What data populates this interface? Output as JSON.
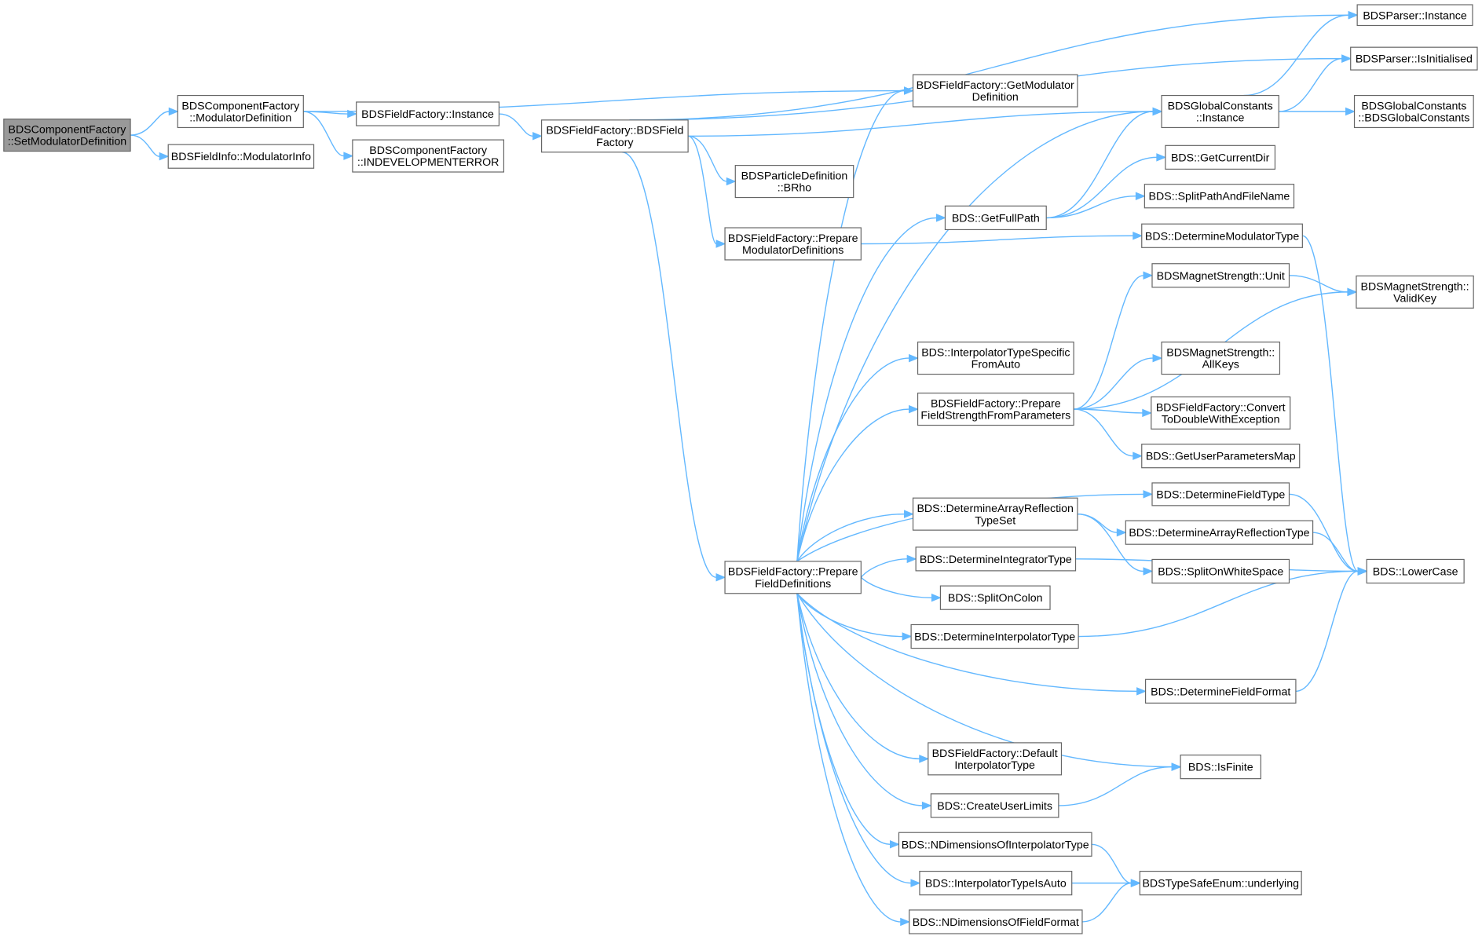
{
  "nodes": [
    {
      "id": "n0",
      "lines": [
        "BDSComponentFactory",
        "::SetModulatorDefinition"
      ],
      "root": true
    },
    {
      "id": "n1",
      "lines": [
        "BDSComponentFactory",
        "::ModulatorDefinition"
      ]
    },
    {
      "id": "n2",
      "lines": [
        "BDSFieldInfo::ModulatorInfo"
      ]
    },
    {
      "id": "n3",
      "lines": [
        "BDSFieldFactory::Instance"
      ]
    },
    {
      "id": "n4",
      "lines": [
        "BDSComponentFactory",
        "::INDEVELOPMENTERROR"
      ]
    },
    {
      "id": "n5",
      "lines": [
        "BDSFieldFactory::BDSField",
        "Factory"
      ]
    },
    {
      "id": "n6",
      "lines": [
        "BDSFieldFactory::GetModulator",
        "Definition"
      ]
    },
    {
      "id": "n7",
      "lines": [
        "BDSParticleDefinition",
        "::BRho"
      ]
    },
    {
      "id": "n8",
      "lines": [
        "BDSFieldFactory::Prepare",
        "ModulatorDefinitions"
      ]
    },
    {
      "id": "n9",
      "lines": [
        "BDSFieldFactory::Prepare",
        "FieldDefinitions"
      ]
    },
    {
      "id": "n10",
      "lines": [
        "BDSParser::Instance"
      ]
    },
    {
      "id": "n11",
      "lines": [
        "BDSParser::IsInitialised"
      ]
    },
    {
      "id": "n12",
      "lines": [
        "BDSGlobalConstants",
        "::Instance"
      ]
    },
    {
      "id": "n13",
      "lines": [
        "BDSGlobalConstants",
        "::BDSGlobalConstants"
      ]
    },
    {
      "id": "n14",
      "lines": [
        "BDS::GetCurrentDir"
      ]
    },
    {
      "id": "n15",
      "lines": [
        "BDS::GetFullPath"
      ]
    },
    {
      "id": "n16",
      "lines": [
        "BDS::SplitPathAndFileName"
      ]
    },
    {
      "id": "n17",
      "lines": [
        "BDS::DetermineModulatorType"
      ]
    },
    {
      "id": "n18",
      "lines": [
        "BDSMagnetStrength::Unit"
      ]
    },
    {
      "id": "n19",
      "lines": [
        "BDSMagnetStrength::",
        "ValidKey"
      ]
    },
    {
      "id": "n20",
      "lines": [
        "BDS::InterpolatorTypeSpecific",
        "FromAuto"
      ]
    },
    {
      "id": "n21",
      "lines": [
        "BDSMagnetStrength::",
        "AllKeys"
      ]
    },
    {
      "id": "n22",
      "lines": [
        "BDSFieldFactory::Prepare",
        "FieldStrengthFromParameters"
      ]
    },
    {
      "id": "n23",
      "lines": [
        "BDSFieldFactory::Convert",
        "ToDoubleWithException"
      ]
    },
    {
      "id": "n24",
      "lines": [
        "BDS::GetUserParametersMap"
      ]
    },
    {
      "id": "n25",
      "lines": [
        "BDS::DetermineFieldType"
      ]
    },
    {
      "id": "n26",
      "lines": [
        "BDS::DetermineArrayReflection",
        "TypeSet"
      ]
    },
    {
      "id": "n27",
      "lines": [
        "BDS::DetermineArrayReflectionType"
      ]
    },
    {
      "id": "n28",
      "lines": [
        "BDS::LowerCase"
      ]
    },
    {
      "id": "n29",
      "lines": [
        "BDS::DetermineIntegratorType"
      ]
    },
    {
      "id": "n30",
      "lines": [
        "BDS::SplitOnWhiteSpace"
      ]
    },
    {
      "id": "n31",
      "lines": [
        "BDS::SplitOnColon"
      ]
    },
    {
      "id": "n32",
      "lines": [
        "BDS::DetermineInterpolatorType"
      ]
    },
    {
      "id": "n33",
      "lines": [
        "BDS::DetermineFieldFormat"
      ]
    },
    {
      "id": "n34",
      "lines": [
        "BDSFieldFactory::Default",
        "InterpolatorType"
      ]
    },
    {
      "id": "n35",
      "lines": [
        "BDS::IsFinite"
      ]
    },
    {
      "id": "n36",
      "lines": [
        "BDS::CreateUserLimits"
      ]
    },
    {
      "id": "n37",
      "lines": [
        "BDS::NDimensionsOfInterpolatorType"
      ]
    },
    {
      "id": "n38",
      "lines": [
        "BDS::InterpolatorTypeIsAuto"
      ]
    },
    {
      "id": "n39",
      "lines": [
        "BDSTypeSafeEnum::underlying"
      ]
    },
    {
      "id": "n40",
      "lines": [
        "BDS::NDimensionsOfFieldFormat"
      ]
    }
  ],
  "edges": [
    [
      "n0",
      "n1"
    ],
    [
      "n0",
      "n2"
    ],
    [
      "n1",
      "n3"
    ],
    [
      "n1",
      "n4"
    ],
    [
      "n1",
      "n6"
    ],
    [
      "n3",
      "n5"
    ],
    [
      "n5",
      "n10"
    ],
    [
      "n5",
      "n11"
    ],
    [
      "n5",
      "n12"
    ],
    [
      "n5",
      "n7"
    ],
    [
      "n5",
      "n8"
    ],
    [
      "n5",
      "n9"
    ],
    [
      "n8",
      "n17"
    ],
    [
      "n12",
      "n10"
    ],
    [
      "n12",
      "n11"
    ],
    [
      "n12",
      "n13"
    ],
    [
      "n15",
      "n12"
    ],
    [
      "n15",
      "n14"
    ],
    [
      "n15",
      "n16"
    ],
    [
      "n17",
      "n28"
    ],
    [
      "n18",
      "n19"
    ],
    [
      "n22",
      "n18"
    ],
    [
      "n22",
      "n19"
    ],
    [
      "n22",
      "n21"
    ],
    [
      "n22",
      "n23"
    ],
    [
      "n22",
      "n24"
    ],
    [
      "n25",
      "n28"
    ],
    [
      "n26",
      "n27"
    ],
    [
      "n26",
      "n30"
    ],
    [
      "n27",
      "n28"
    ],
    [
      "n29",
      "n28"
    ],
    [
      "n32",
      "n28"
    ],
    [
      "n33",
      "n28"
    ],
    [
      "n36",
      "n35"
    ],
    [
      "n37",
      "n39"
    ],
    [
      "n38",
      "n39"
    ],
    [
      "n40",
      "n39"
    ],
    [
      "n9",
      "n6"
    ],
    [
      "n9",
      "n12"
    ],
    [
      "n9",
      "n15"
    ],
    [
      "n9",
      "n20"
    ],
    [
      "n9",
      "n22"
    ],
    [
      "n9",
      "n25"
    ],
    [
      "n9",
      "n26"
    ],
    [
      "n9",
      "n29"
    ],
    [
      "n9",
      "n31"
    ],
    [
      "n9",
      "n32"
    ],
    [
      "n9",
      "n33"
    ],
    [
      "n9",
      "n35"
    ],
    [
      "n9",
      "n34"
    ],
    [
      "n9",
      "n36"
    ],
    [
      "n9",
      "n37"
    ],
    [
      "n9",
      "n38"
    ],
    [
      "n9",
      "n40"
    ]
  ]
}
